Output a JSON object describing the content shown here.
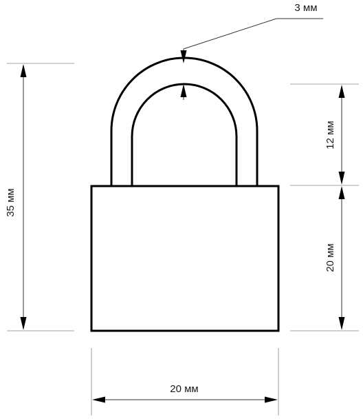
{
  "dimensions": {
    "shackle_thickness": "3 мм",
    "total_height": "35 мм",
    "shackle_clearance": "12 мм",
    "body_height": "20 мм",
    "body_width": "20 мм"
  }
}
